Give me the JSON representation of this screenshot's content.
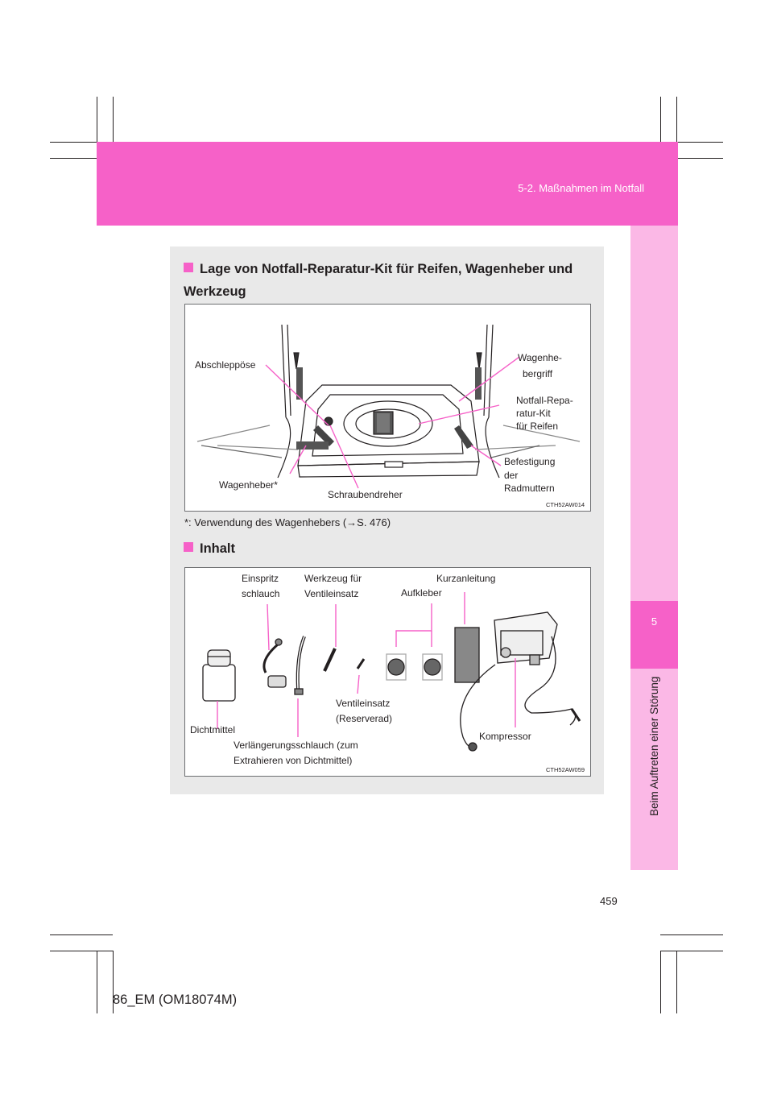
{
  "header": {
    "section": "5-2. Maßnahmen im Notfall"
  },
  "side_tab": {
    "chapter_number": "5",
    "chapter_title": "Beim Auftreten einer Störung"
  },
  "section1": {
    "heading": "Lage von Notfall-Reparatur-Kit für Reifen, Wagenheber und Werkzeug",
    "figure_code": "CTH52AW014",
    "labels": {
      "abschleppoese": "Abschleppöse",
      "wagenhebergriff_1": "Wagenhe-",
      "wagenhebergriff_2": "bergriff",
      "notfall_kit_1": "Notfall-Repa-",
      "notfall_kit_2": "ratur-Kit",
      "notfall_kit_3": "für Reifen",
      "befestigung_1": "Befestigung",
      "befestigung_2": "der",
      "befestigung_3": "Radmuttern",
      "wagenheber": "Wagenheber*",
      "schraubendreher": "Schraubendreher"
    },
    "footnote": "*: Verwendung des Wagenhebers (→S. 476)"
  },
  "section2": {
    "heading": "Inhalt",
    "figure_code": "CTH52AW059",
    "labels": {
      "einspritz_1": "Einspritz",
      "einspritz_2": "schlauch",
      "werkzeug_1": "Werkzeug  für",
      "werkzeug_2": "Ventileinsatz",
      "kurzanleitung": "Kurzanleitung",
      "aufkleber": "Aufkleber",
      "ventileinsatz_1": "Ventileinsatz",
      "ventileinsatz_2": "(Reserverad)",
      "dichtmittel": "Dichtmittel",
      "verlaengerung_1": "Verlängerungsschlauch (zum",
      "verlaengerung_2": "Extrahieren von Dichtmittel)",
      "kompressor": "Kompressor"
    }
  },
  "page_number": "459",
  "footer_code": "86_EM (OM18074M)",
  "colors": {
    "accent_pink": "#f661c8",
    "tab_pink": "#fbb8e6",
    "panel_gray": "#e9e9e9"
  }
}
